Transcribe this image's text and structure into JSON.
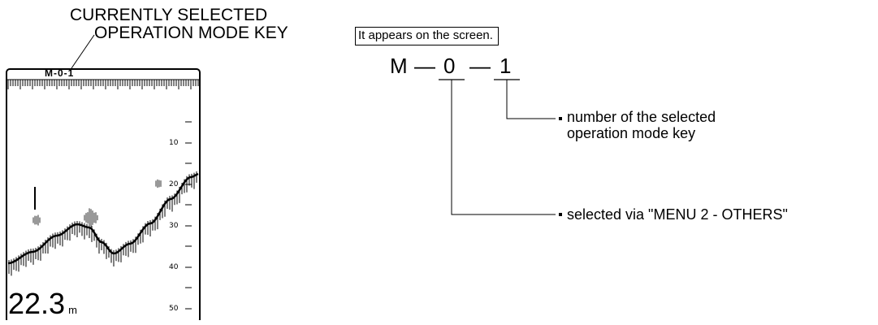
{
  "callout": {
    "line1": "CURRENTLY SELECTED",
    "line2": "OPERATION MODE KEY"
  },
  "screen": {
    "mode_code": "M-0-1",
    "depth_value": "22.3",
    "depth_unit": "m",
    "scale_labels": [
      "10",
      "20",
      "30",
      "40",
      "50"
    ]
  },
  "note": "It appears on the screen.",
  "code": {
    "m": "M",
    "dash1": "—",
    "digit1": "0",
    "dash2": "—",
    "digit2": "1"
  },
  "annotations": {
    "digit2_line1": "number of the selected",
    "digit2_line2": "operation mode key",
    "digit1": "selected via \"MENU 2 - OTHERS\""
  },
  "chart_data": {
    "type": "echogram",
    "ylabel_unit": "m",
    "y_ticks": [
      10,
      20,
      30,
      40,
      50
    ],
    "current_depth": 22.3,
    "mode_key": "M-0-1"
  }
}
